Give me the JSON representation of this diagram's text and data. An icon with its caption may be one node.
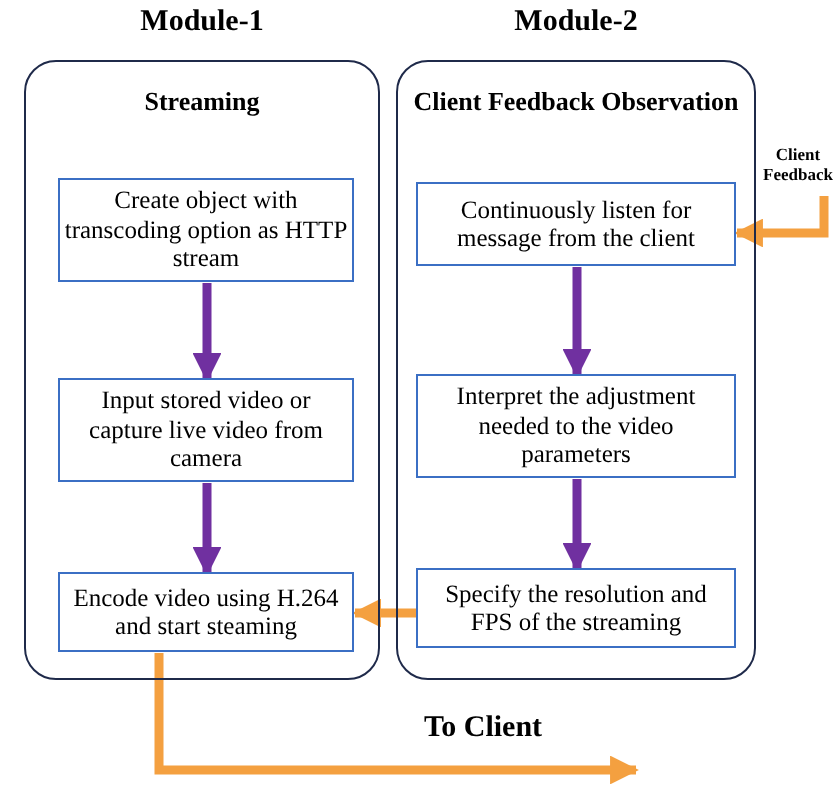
{
  "diagram": {
    "nodes": [
      {
        "text": [
          "Module-1",
          "Streaming"
        ]
      },
      {
        "text": [
          "Create object with transcoding option as HTTP stream"
        ],
        "in": 0
      },
      {
        "text": [
          "Input stored video or capture live video from camera"
        ],
        "in": 0
      },
      {
        "text": [
          "Encode video using H.264 and start steaming"
        ],
        "in": 0
      },
      {
        "text": [
          "Module-2",
          "Client Feedback Observation"
        ]
      },
      {
        "text": [
          "Continuously listen for message from the client"
        ],
        "in": 4
      },
      {
        "text": [
          "Interpret the adjustment needed to the video parameters"
        ],
        "in": 4
      },
      {
        "text": [
          "Specify the resolution and FPS of the streaming"
        ],
        "in": 4
      },
      {
        "text": [
          "Client Feedback"
        ]
      }
    ],
    "edges": [
      {
        "from": 1,
        "to": 2,
        "arrow": "to"
      },
      {
        "from": 2,
        "to": 3,
        "arrow": "to"
      },
      {
        "from": 5,
        "to": 6,
        "arrow": "to"
      },
      {
        "from": 6,
        "to": 7,
        "arrow": "to"
      },
      {
        "from": 8,
        "to": 5,
        "arrow": "to",
        "color": "#f4a040"
      },
      {
        "from": 7,
        "to": 3,
        "arrow": "to",
        "color": "#f4a040"
      },
      {
        "from": 3,
        "to": null,
        "arrow": "to",
        "label": "To Client",
        "color": "#f4a040"
      }
    ]
  }
}
